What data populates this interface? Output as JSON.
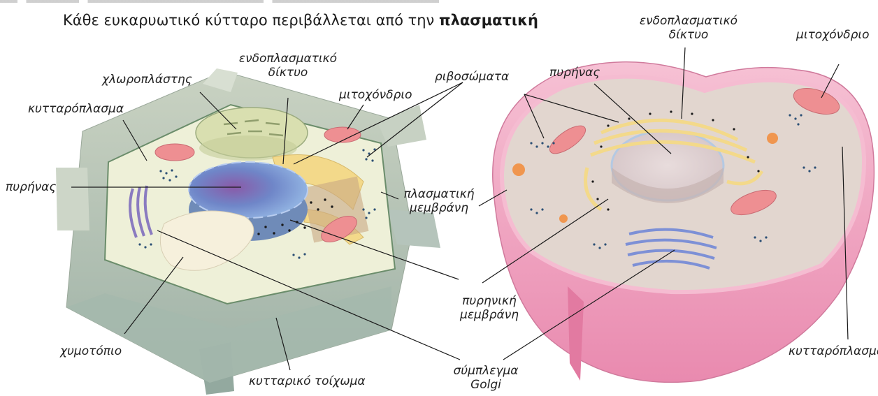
{
  "heading": {
    "text": "Κάθε ευκαρυωτικό κύτταρο περιβάλλεται από την ",
    "bold": "πλασματική"
  },
  "plant_labels": {
    "chloroplast": "χλωροπλάστης",
    "cytoplasm": "κυτταρόπλασμα",
    "nucleus": "πυρήνας",
    "er_line1": "ενδοπλασματικό",
    "er_line2": "δίκτυο",
    "mitochondrion": "μιτοχόνδριο",
    "ribosomes": "ριβοσώματα",
    "vacuole": "χυμοτόπιο",
    "cell_wall": "κυτταρικό τοίχωμα"
  },
  "center_labels": {
    "plasma_membrane_line1": "πλασματική",
    "plasma_membrane_line2": "μεμβράνη",
    "nuclear_membrane_line1": "πυρηνική",
    "nuclear_membrane_line2": "μεμβράνη",
    "golgi_line1": "σύμπλεγμα",
    "golgi_line2": "Golgi"
  },
  "animal_labels": {
    "er_line1": "ενδοπλασματικό",
    "er_line2": "δίκτυο",
    "mitochondrion": "μιτοχόνδριο",
    "nucleus": "πυρήνας",
    "cytoplasm": "κυτταρόπλασμα"
  },
  "colors": {
    "cell_wall": "#b9c6b4",
    "plant_cytoplasm": "#eef0d8",
    "nucleus": "#7f95cf",
    "animal_membrane": "#f2a9c3",
    "animal_cytoplasm": "#e2d6cf",
    "er": "#f3d98a",
    "mitochondrion": "#ee8f92"
  }
}
